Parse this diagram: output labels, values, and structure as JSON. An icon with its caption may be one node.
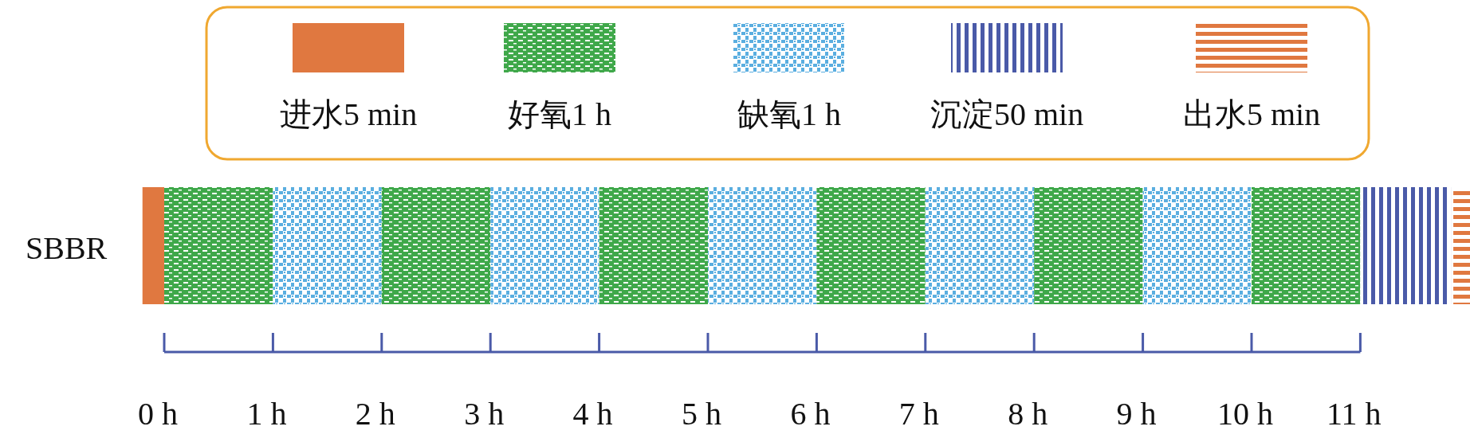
{
  "diagram": {
    "labels": [
      "SBBR",
      "0 h",
      "1 h",
      "2 h",
      "3 h",
      "4 h",
      "5 h",
      "6 h",
      "7 h",
      "8 h",
      "9 h",
      "10 h",
      "11 h"
    ],
    "legend": [
      {
        "text": "进水5 min",
        "color": "#e07840"
      },
      {
        "text": "好氧1 h",
        "color": "#3fa84a"
      },
      {
        "text": "缺氧1 h",
        "color": "#5aaee0"
      },
      {
        "text": "沉淀50 min",
        "color": "#4a5aa8"
      },
      {
        "text": "出水5 min",
        "color": "#e07840"
      }
    ]
  }
}
